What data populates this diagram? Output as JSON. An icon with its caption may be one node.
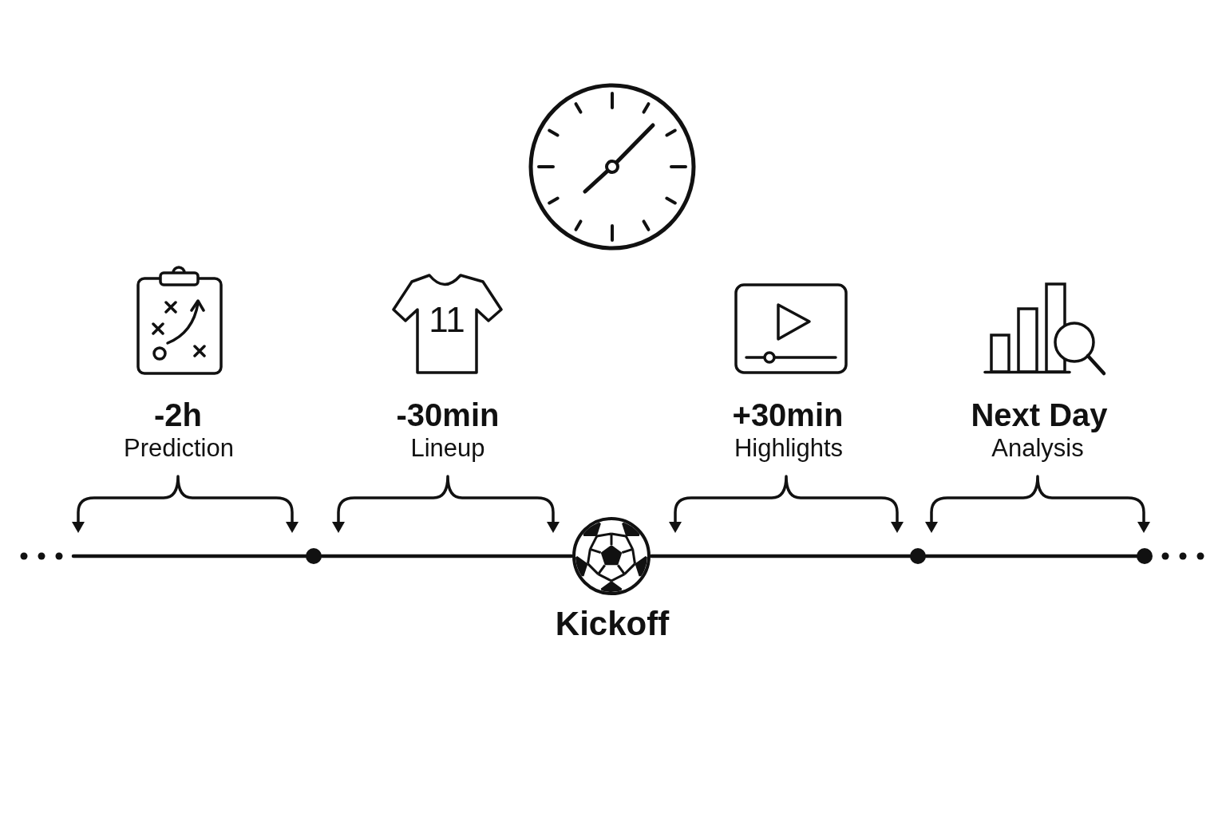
{
  "diagram": {
    "labels": [
      "11",
      "-2h",
      "Prediction",
      "-30min",
      "Lineup",
      "+30min",
      "Highlights",
      "Next Day",
      "Analysis",
      "Kickoff"
    ]
  }
}
